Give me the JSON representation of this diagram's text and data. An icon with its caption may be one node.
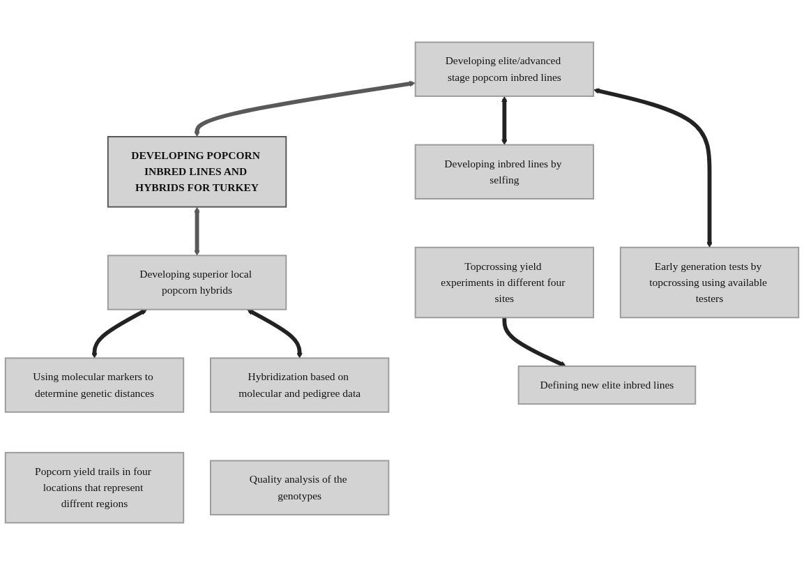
{
  "diagram": {
    "nodes": [
      {
        "text": [
          "DEVELOPING POPCORN INBRED LINES AND HYBRIDS FOR TURKEY"
        ]
      },
      {
        "text": [
          "Developing elite/advanced stage popcorn inbred lines"
        ]
      },
      {
        "text": [
          "Developing superior local popcorn hybrids"
        ]
      },
      {
        "text": [
          "Developing inbred lines by selfing"
        ]
      },
      {
        "text": [
          "Early generation tests by topcrossing using available testers"
        ]
      },
      {
        "text": [
          "Using molecular markers to determine genetic distances"
        ]
      },
      {
        "text": [
          "Hybridization based on molecular and pedigree data"
        ]
      },
      {
        "text": [
          "Topcrossing yield experiments in different four sites"
        ]
      },
      {
        "text": [
          "Defining new elite inbred lines"
        ]
      },
      {
        "text": [
          "Popcorn yield trails in four locations that represent diffrent regions"
        ]
      },
      {
        "text": [
          "Quality analysis of the genotypes"
        ]
      }
    ],
    "edges": [
      {
        "from": 1,
        "to": 0,
        "arrow": "both",
        "color": "#595959"
      },
      {
        "from": 0,
        "to": 2,
        "arrow": "both",
        "color": "#595959"
      },
      {
        "from": 1,
        "to": 3,
        "arrow": "both"
      },
      {
        "from": 1,
        "to": 4,
        "arrow": "both"
      },
      {
        "from": 2,
        "to": 5,
        "arrow": "both"
      },
      {
        "from": 2,
        "to": 6,
        "arrow": "both"
      },
      {
        "from": 7,
        "to": 8,
        "arrow": "to"
      }
    ]
  }
}
